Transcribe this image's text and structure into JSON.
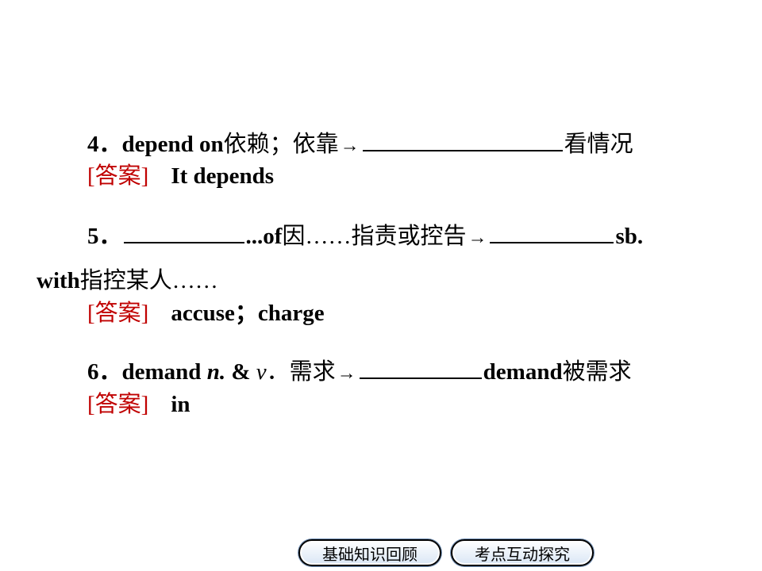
{
  "items": [
    {
      "num": "4．",
      "term": "depend on",
      "meaning": "依赖；依靠",
      "after_blank": "看情况",
      "answer_label": "[答案]",
      "answer": "It depends"
    },
    {
      "num": "5．",
      "after_blank1": "...of",
      "meaning": "因……指责或控告",
      "after_blank2": "sb.",
      "line2_term": "with",
      "line2_meaning": "指控某人……",
      "answer_label": "[答案]",
      "answer": "accuse；charge"
    },
    {
      "num": "6．",
      "term": "demand",
      "pos_n": "n.",
      "amp": "&",
      "pos_v": "v",
      "pos_v_dot": "．",
      "meaning": "需求",
      "after_blank": "demand",
      "after_blank_cn": "被需求",
      "answer_label": "[答案]",
      "answer": "in"
    }
  ],
  "arrow": "→",
  "nav": {
    "review_label": "基础知识回顾",
    "explore_label": "考点互动探究"
  },
  "colors": {
    "answer_tag": "#c00000",
    "nav_gradient_bottom": "#d9e6f5"
  }
}
